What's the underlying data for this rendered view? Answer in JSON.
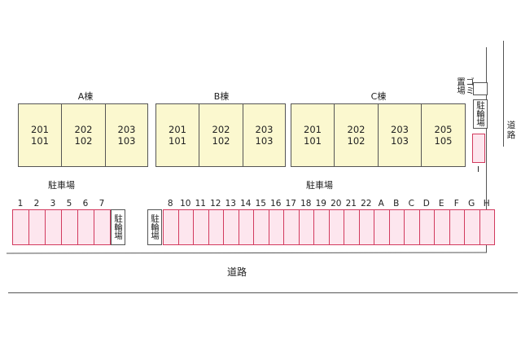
{
  "buildings": [
    {
      "label": "A棟",
      "units": [
        {
          "top": "201",
          "bottom": "101"
        },
        {
          "top": "202",
          "bottom": "102"
        },
        {
          "top": "203",
          "bottom": "103"
        }
      ]
    },
    {
      "label": "B棟",
      "units": [
        {
          "top": "201",
          "bottom": "101"
        },
        {
          "top": "202",
          "bottom": "102"
        },
        {
          "top": "203",
          "bottom": "103"
        }
      ]
    },
    {
      "label": "C棟",
      "units": [
        {
          "top": "201",
          "bottom": "101"
        },
        {
          "top": "202",
          "bottom": "102"
        },
        {
          "top": "203",
          "bottom": "103"
        },
        {
          "top": "205",
          "bottom": "105"
        }
      ]
    }
  ],
  "parking_left": {
    "label": "駐車場",
    "slots": [
      "1",
      "2",
      "3",
      "5",
      "6",
      "7"
    ]
  },
  "parking_right": {
    "label": "駐車場",
    "slots": [
      "8",
      "10",
      "11",
      "12",
      "13",
      "14",
      "15",
      "16",
      "17",
      "18",
      "19",
      "20",
      "21",
      "22",
      "A",
      "B",
      "C",
      "D",
      "E",
      "F",
      "G",
      "H"
    ]
  },
  "bike_left": "駐輪場",
  "bike_right": "駐輪場",
  "bike_top": "駐輪場",
  "garbage": "ゴミ置場",
  "side_slot": "I",
  "road_bottom": "道路",
  "road_right": "道路",
  "colors": {
    "unit_fill": "#fbf8cf",
    "slot_fill": "#fde6ee",
    "slot_border": "#d23a5e"
  }
}
